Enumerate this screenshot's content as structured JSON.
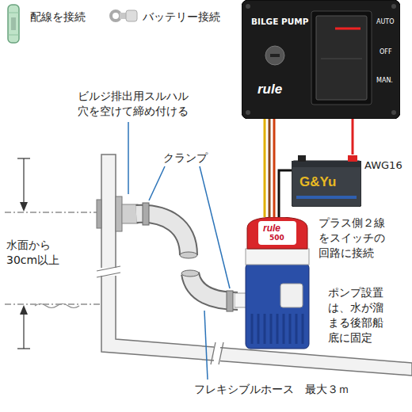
{
  "diagram": {
    "nodes": [
      {
        "text": [
          "BILGE PUMP",
          "AUTO",
          "OFF",
          "MAN.",
          "rule"
        ]
      },
      {
        "text": [
          "G&Yu"
        ]
      },
      {
        "text": [
          "rule",
          "500"
        ]
      }
    ],
    "edges": [
      {
        "from": 0,
        "to": 2,
        "arrow": "none"
      },
      {
        "from": 0,
        "to": 1,
        "arrow": "none"
      },
      {
        "from": 1,
        "to": 2,
        "arrow": "none"
      }
    ],
    "labels": [
      "配線を接続",
      "バッテリー接続",
      "ビルジ排出用スルハル 穴を空けて締め付ける",
      "クランプ",
      "水面から 30cm以上",
      "AWG16",
      "プラス側２線 をスイッチの 回路に接続",
      "ポンプ設置 は、水が溜 まる後部船 底に固定",
      "フレキシブルホース　最大３ｍ"
    ]
  }
}
